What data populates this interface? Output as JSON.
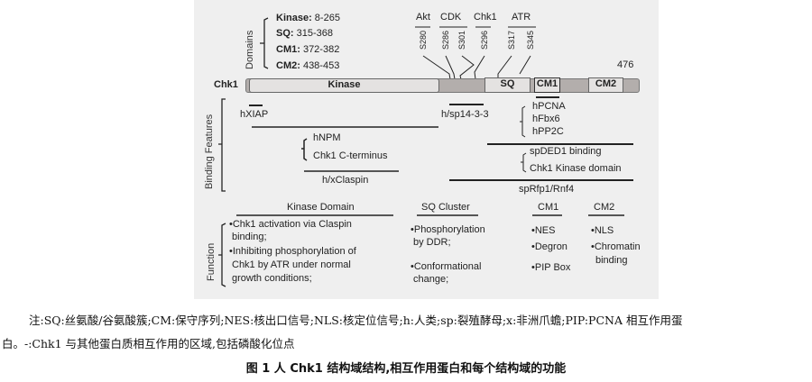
{
  "domains": {
    "label": "Domains",
    "items": [
      {
        "name": "Kinase:",
        "range": " 8-265"
      },
      {
        "name": "SQ:",
        "range": " 315-368"
      },
      {
        "name": "CM1:",
        "range": " 372-382"
      },
      {
        "name": "CM2:",
        "range": " 438-453"
      }
    ]
  },
  "kinases": [
    "Akt",
    "CDK",
    "Chk1",
    "ATR"
  ],
  "sites": [
    "S280",
    "S286",
    "S301",
    "S296",
    "S317",
    "S345"
  ],
  "protein": {
    "name": "Chk1",
    "length": "476",
    "segments": [
      "Kinase",
      "SQ",
      "CM1",
      "CM2"
    ]
  },
  "binding": {
    "label": "Binding Features",
    "hxiap": "hXIAP",
    "p1433": "h/sp14-3-3",
    "group1": [
      "hPCNA",
      "hFbx6",
      "hPP2C"
    ],
    "group2": [
      "hNPM",
      "Chk1 C-terminus"
    ],
    "claspin": "h/xClaspin",
    "group3": [
      "spDED1 binding",
      "Chk1 Kinase domain"
    ],
    "rfp": "spRfp1/Rnf4"
  },
  "function": {
    "label": "Function",
    "headers": [
      "Kinase Domain",
      "SQ Cluster",
      "CM1",
      "CM2"
    ],
    "kinase": [
      "•Chk1 activation via Claspin",
      "binding;",
      "•Inhibiting phosphorylation of",
      "Chk1 by ATR under normal",
      "growth conditions;"
    ],
    "sq": [
      "•Phosphorylation",
      "by DDR;",
      "•Conformational",
      "change;"
    ],
    "cm1": [
      "•NES",
      "•Degron",
      "•PIP Box"
    ],
    "cm2": [
      "•NLS",
      "•Chromatin",
      "binding"
    ]
  },
  "caption": {
    "line1": "注:SQ:丝氨酸/谷氨酸簇;CM:保守序列;NES:核出口信号;NLS:核定位信号;h:人类;sp:裂殖酵母;x:非洲爪蟾;PIP:PCNA 相互作用蛋",
    "line2": "白。-:Chk1 与其他蛋白质相互作用的区域,包括磷酸化位点",
    "title": "图 1  人 Chk1 结构域结构,相互作用蛋白和每个结构域的功能"
  }
}
